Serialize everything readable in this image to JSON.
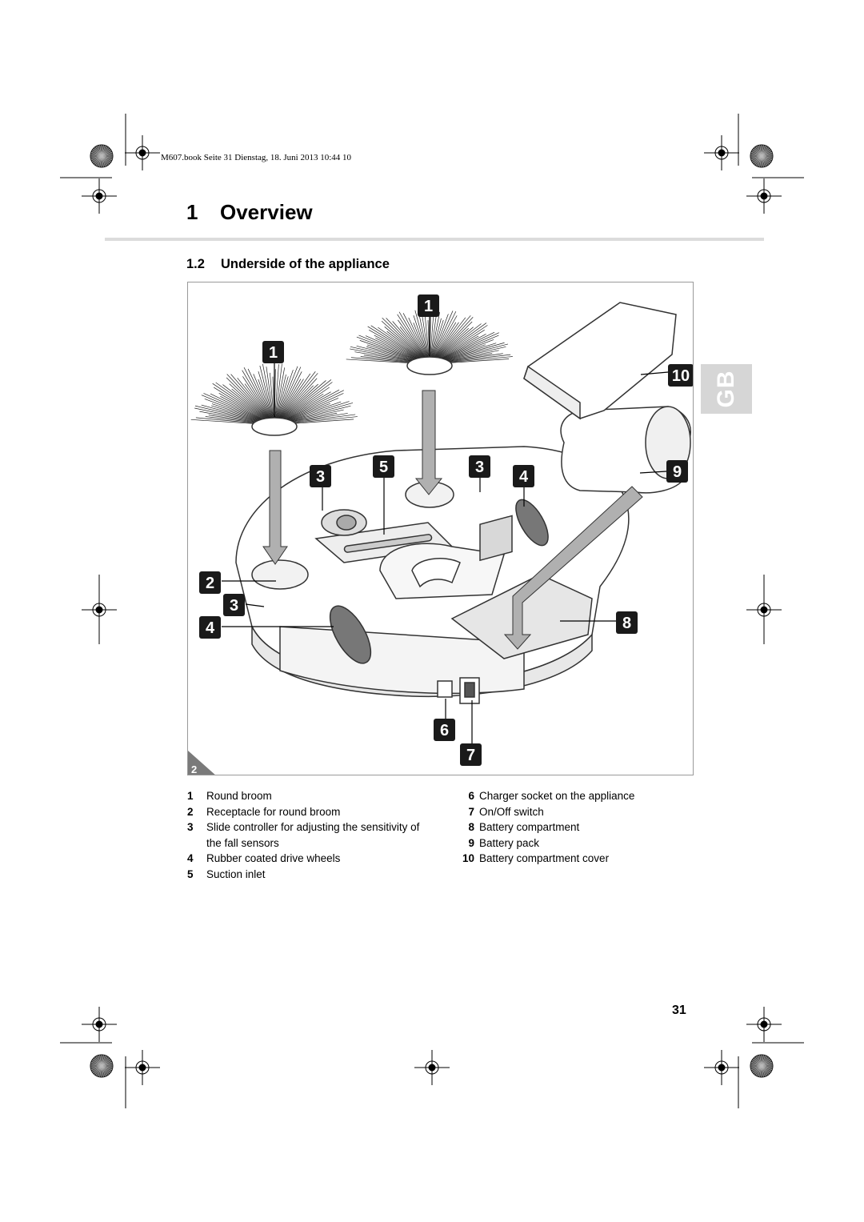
{
  "header_note": "M607.book  Seite 31  Dienstag, 18. Juni 2013  10:44 10",
  "chapter": {
    "number": "1",
    "title": "Overview"
  },
  "section": {
    "number": "1.2",
    "title": "Underside of the appliance"
  },
  "side_tab": "GB",
  "figure": {
    "number": "2",
    "callouts": [
      "1",
      "1",
      "3",
      "5",
      "3",
      "4",
      "2",
      "3",
      "4",
      "10",
      "9",
      "8",
      "6",
      "7"
    ]
  },
  "legend_left": [
    {
      "n": "1",
      "text": "Round broom"
    },
    {
      "n": "2",
      "text": "Receptacle for round broom"
    },
    {
      "n": "3",
      "text": "Slide controller for adjusting the sensitivity of the fall sensors"
    },
    {
      "n": "4",
      "text": "Rubber coated drive wheels"
    },
    {
      "n": "5",
      "text": "Suction inlet"
    }
  ],
  "legend_right": [
    {
      "n": "6",
      "text": "Charger socket on the appliance"
    },
    {
      "n": "7",
      "text": "On/Off switch"
    },
    {
      "n": "8",
      "text": "Battery compartment"
    },
    {
      "n": "9",
      "text": "Battery pack"
    },
    {
      "n": "10",
      "text": "Battery compartment cover"
    }
  ],
  "page_number": "31",
  "colors": {
    "callout_bg": "#1a1a1a",
    "rule": "#dcdcdc",
    "tab": "#d6d6d6",
    "arrow": "#b0b0b0"
  }
}
